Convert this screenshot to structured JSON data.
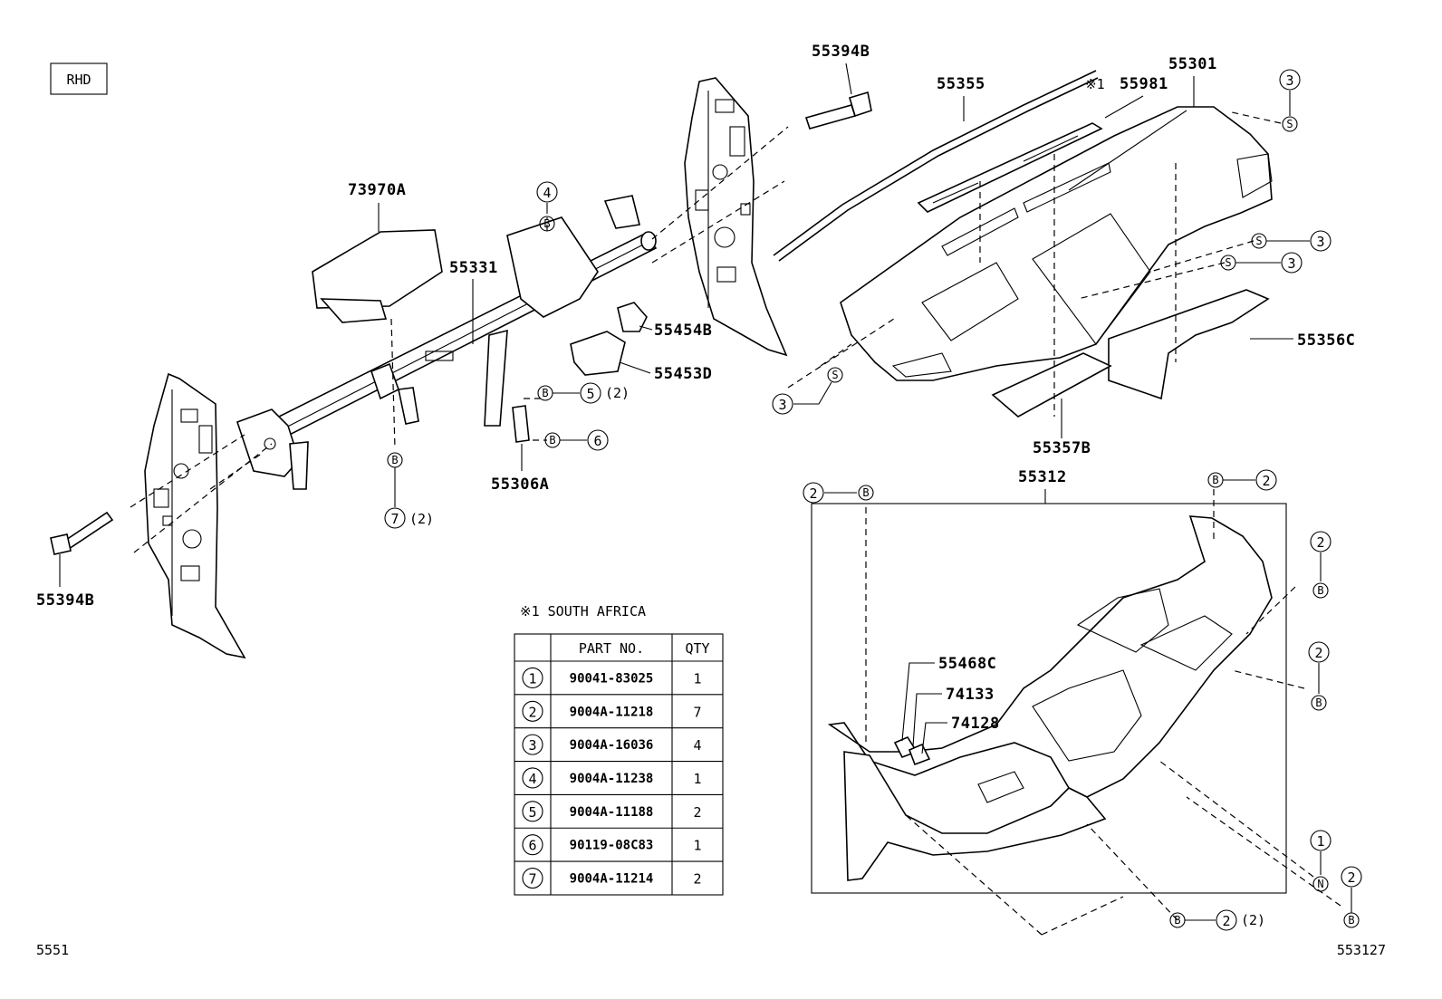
{
  "region_badge": "RHD",
  "callouts": {
    "bolt_top": "55394B",
    "bolt_left": "55394B",
    "airbag": "73970A",
    "reinforcement": "55331",
    "bracket_a": "55454B",
    "bracket_b": "55453D",
    "clip": "55306A",
    "weatherstrip": "55355",
    "note_part_mark": "※1",
    "defroster": "55981",
    "panel": "55301",
    "silencer_c": "55356C",
    "silencer_b": "55357B",
    "lower_panel": "55312",
    "bracket_c": "55468C",
    "part_74133": "74133",
    "part_74128": "74128"
  },
  "symbols": {
    "b": "B",
    "s": "S",
    "n": "N"
  },
  "qty_notes": {
    "two": "(2)"
  },
  "footnote": "※1 SOUTH AFRICA",
  "table": {
    "headers": [
      "",
      "PART NO.",
      "QTY"
    ],
    "rows": [
      {
        "num": "1",
        "part": "90041-83025",
        "qty": "1"
      },
      {
        "num": "2",
        "part": "9004A-11218",
        "qty": "7"
      },
      {
        "num": "3",
        "part": "9004A-16036",
        "qty": "4"
      },
      {
        "num": "4",
        "part": "9004A-11238",
        "qty": "1"
      },
      {
        "num": "5",
        "part": "9004A-11188",
        "qty": "2"
      },
      {
        "num": "6",
        "part": "90119-08C83",
        "qty": "1"
      },
      {
        "num": "7",
        "part": "9004A-11214",
        "qty": "2"
      }
    ]
  },
  "refs": {
    "n1": "1",
    "n2": "2",
    "n3": "3",
    "n4": "4",
    "n5": "5",
    "n6": "6",
    "n7": "7"
  },
  "footer": {
    "left": "5551",
    "right": "553127"
  }
}
